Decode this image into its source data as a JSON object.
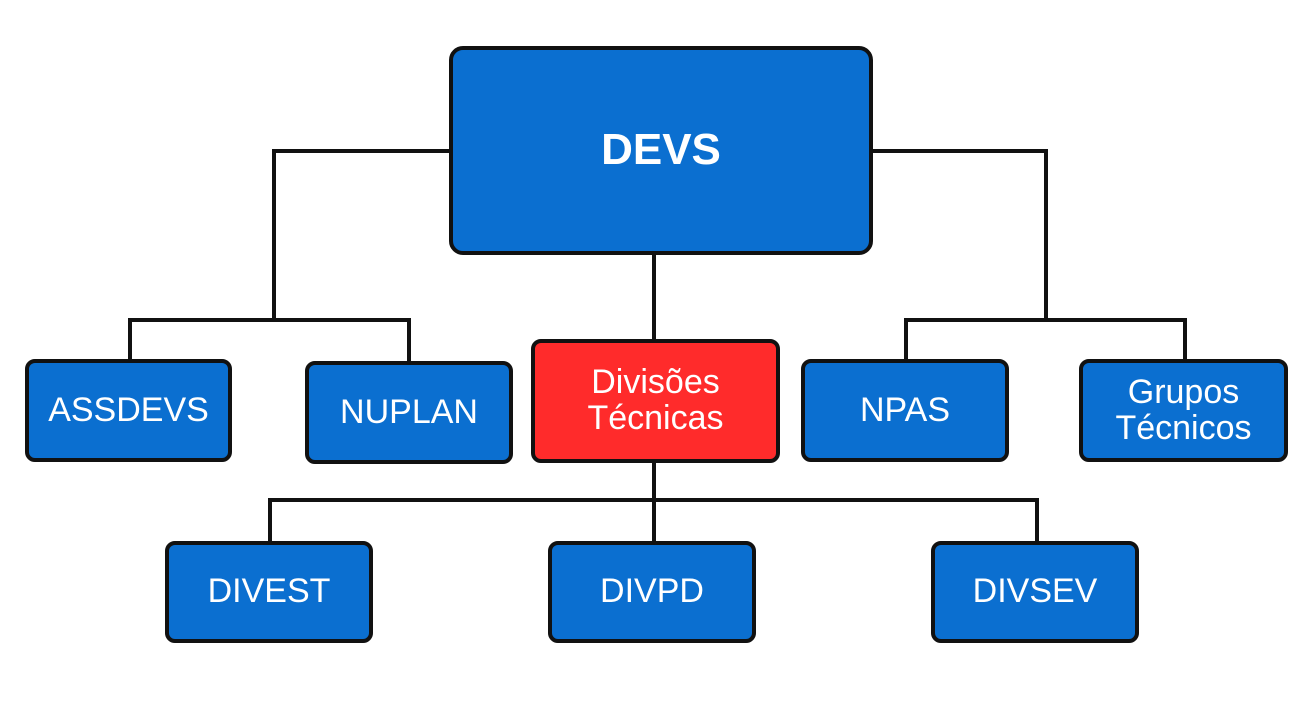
{
  "colors": {
    "node_fill": "#0b6fd0",
    "highlight_fill": "#ff2b2b",
    "border": "#111111",
    "text": "#ffffff",
    "background": "#ffffff"
  },
  "nodes": {
    "devs": "DEVS",
    "assdevs": "ASSDEVS",
    "nuplan": "NUPLAN",
    "divisoes_tecnicas": "Divisões\nTécnicas",
    "npas": "NPAS",
    "grupos_tecnicos": "Grupos\nTécnicos",
    "divest": "DIVEST",
    "divpd": "DIVPD",
    "divsev": "DIVSEV"
  },
  "edges": [
    [
      "DEVS",
      "ASSDEVS"
    ],
    [
      "DEVS",
      "NUPLAN"
    ],
    [
      "DEVS",
      "Divisões Técnicas"
    ],
    [
      "DEVS",
      "NPAS"
    ],
    [
      "DEVS",
      "Grupos Técnicos"
    ],
    [
      "Divisões Técnicas",
      "DIVEST"
    ],
    [
      "Divisões Técnicas",
      "DIVPD"
    ],
    [
      "Divisões Técnicas",
      "DIVSEV"
    ]
  ]
}
